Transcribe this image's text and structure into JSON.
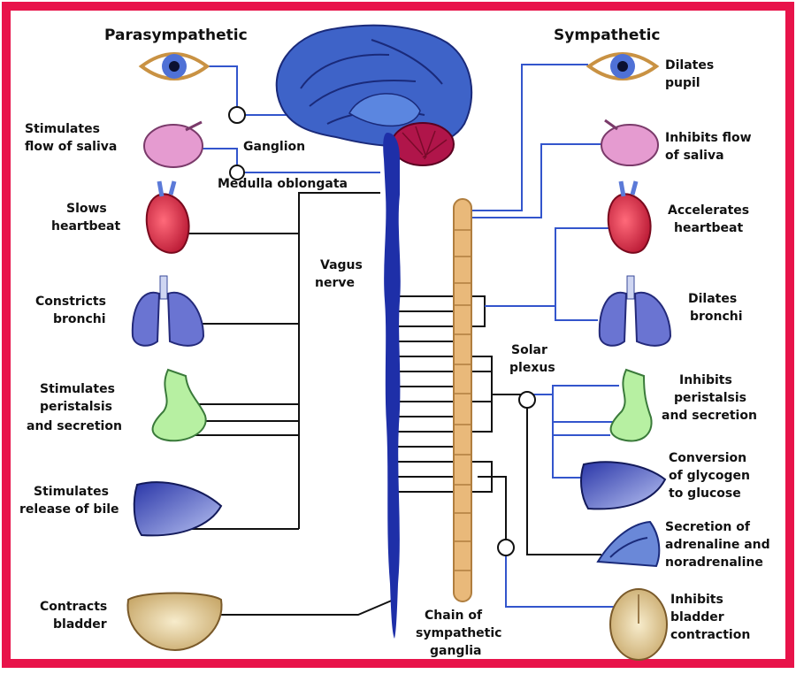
{
  "headers": {
    "parasympathetic": "Parasympathetic",
    "sympathetic": "Sympathetic"
  },
  "center_labels": {
    "ganglion": "Ganglion",
    "medulla": "Medulla oblongata",
    "vagus": [
      "Vagus",
      "nerve"
    ],
    "solar_plexus": [
      "Solar",
      "plexus"
    ],
    "chain": [
      "Chain of",
      "sympathetic",
      "ganglia"
    ]
  },
  "parasympathetic_effects": [
    {
      "organ": "eye",
      "lines": []
    },
    {
      "organ": "salivary-gland",
      "lines": [
        "Stimulates",
        "flow of saliva"
      ]
    },
    {
      "organ": "heart",
      "lines": [
        "Slows",
        "heartbeat"
      ]
    },
    {
      "organ": "lungs",
      "lines": [
        "Constricts",
        "bronchi"
      ]
    },
    {
      "organ": "stomach",
      "lines": [
        "Stimulates",
        "peristalsis",
        "and secretion"
      ]
    },
    {
      "organ": "liver",
      "lines": [
        "Stimulates",
        "release of bile"
      ]
    },
    {
      "organ": "bladder",
      "lines": [
        "Contracts",
        "bladder"
      ]
    }
  ],
  "sympathetic_effects": [
    {
      "organ": "eye",
      "lines": [
        "Dilates",
        "pupil"
      ]
    },
    {
      "organ": "salivary-gland",
      "lines": [
        "Inhibits flow",
        "of saliva"
      ]
    },
    {
      "organ": "heart",
      "lines": [
        "Accelerates",
        "heartbeat"
      ]
    },
    {
      "organ": "lungs",
      "lines": [
        "Dilates",
        "bronchi"
      ]
    },
    {
      "organ": "stomach",
      "lines": [
        "Inhibits",
        "peristalsis",
        "and secretion"
      ]
    },
    {
      "organ": "liver",
      "lines": [
        "Conversion",
        "of glycogen",
        "to glucose"
      ]
    },
    {
      "organ": "adrenal-gland",
      "lines": [
        "Secretion of",
        "adrenaline and",
        "noradrenaline"
      ]
    },
    {
      "organ": "bladder",
      "lines": [
        "Inhibits",
        "bladder",
        "contraction"
      ]
    }
  ],
  "colors": {
    "frame": "#e8134a",
    "cns": "#1e2fa8",
    "sympathetic_chain": "#e9b97a",
    "nerve_black": "#111111",
    "nerve_blue": "#3355cc",
    "cerebellum": "#b0154a"
  }
}
